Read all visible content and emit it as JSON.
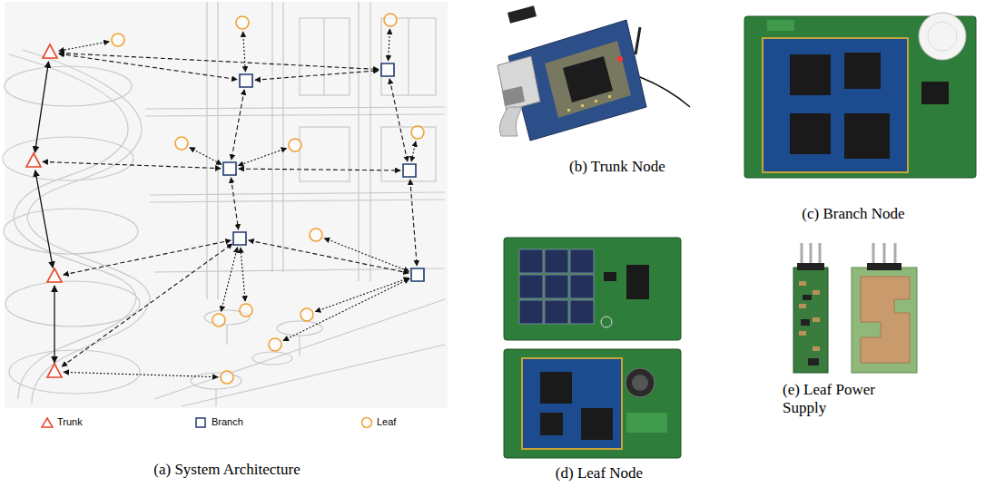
{
  "diagram": {
    "labels": [
      "(a) System Architecture",
      "(b) Trunk Node",
      "(c) Branch Node",
      "(d) Leaf Node",
      "(e) Leaf Power Supply"
    ],
    "legend": [
      {
        "text": "Trunk"
      },
      {
        "text": "Branch"
      },
      {
        "text": "Leaf"
      }
    ]
  }
}
